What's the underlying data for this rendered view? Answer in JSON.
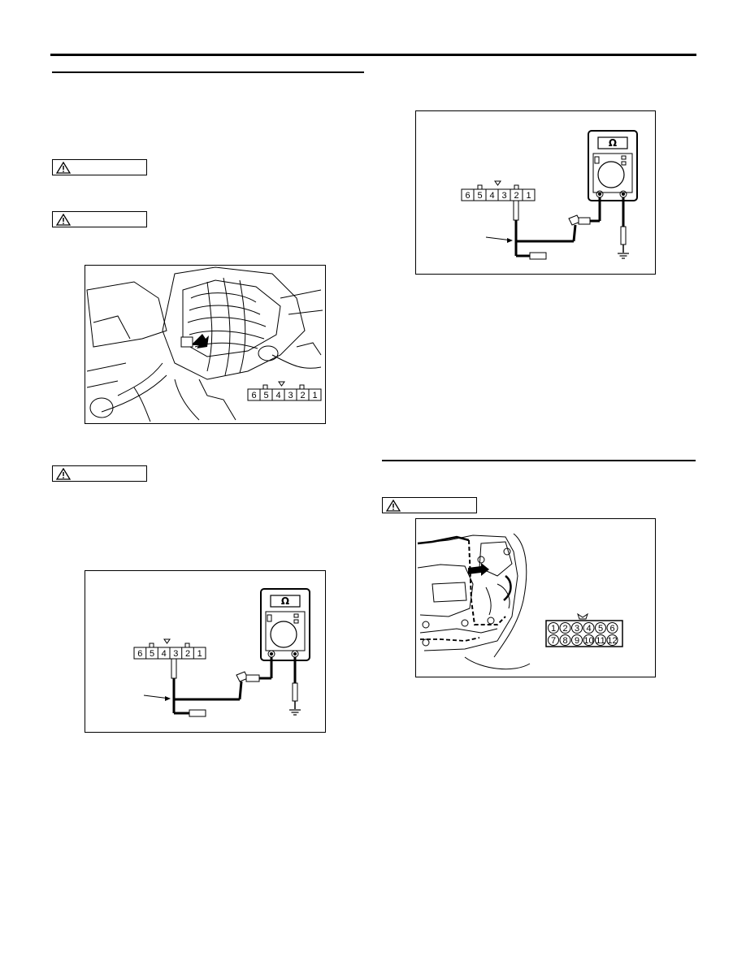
{
  "icons": {
    "caution": "warning-triangle-icon",
    "meter": "ohmmeter-icon",
    "ground": "ground-symbol-icon"
  },
  "connector_6pin": {
    "pins_left_to_right": [
      "6",
      "5",
      "4",
      "3",
      "2",
      "1"
    ]
  },
  "figures": {
    "connector_location_upper": {
      "pins": [
        "6",
        "5",
        "4",
        "3",
        "2",
        "1"
      ]
    },
    "meter_check_pin2": {
      "meter_symbol": "Ω",
      "pins": [
        "6",
        "5",
        "4",
        "3",
        "2",
        "1"
      ],
      "probed_pin": "2"
    },
    "meter_check_pin3": {
      "meter_symbol": "Ω",
      "pins": [
        "6",
        "5",
        "4",
        "3",
        "2",
        "1"
      ],
      "probed_pin": "3"
    },
    "engine_connector_location": {
      "pins_top": [
        "1",
        "2",
        "3",
        "4",
        "5",
        "6"
      ],
      "pins_bottom": [
        "7",
        "8",
        "9",
        "10",
        "11",
        "12"
      ]
    }
  }
}
